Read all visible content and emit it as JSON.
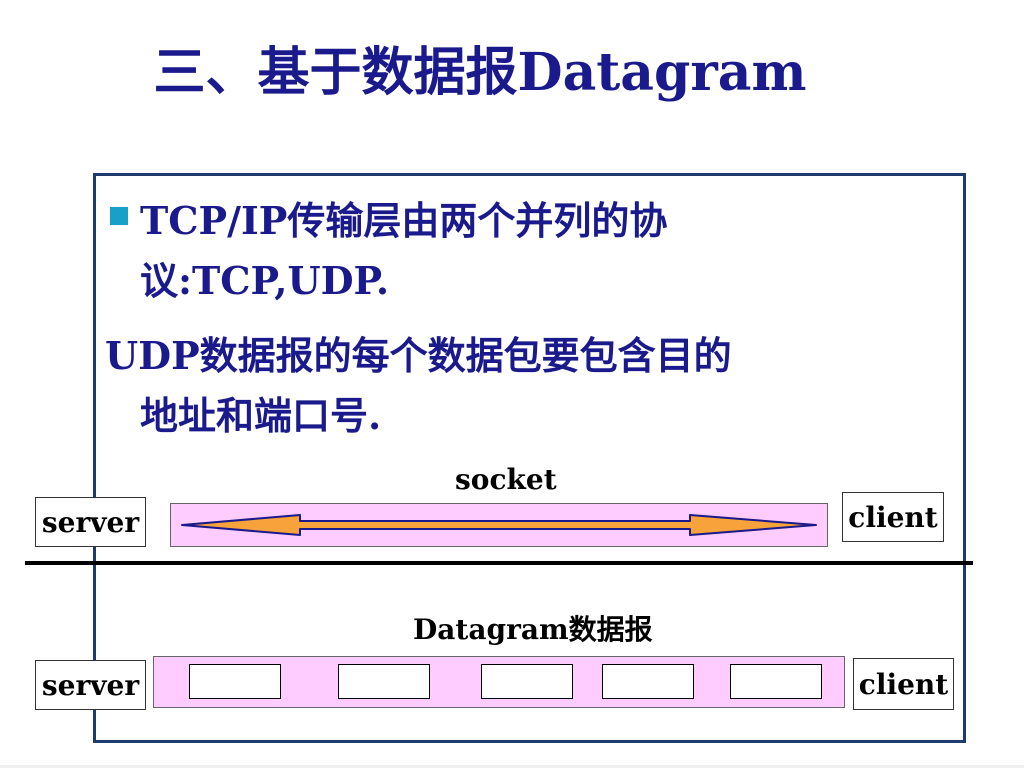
{
  "title": "三、基于数据报Datagram",
  "content": {
    "line1": "TCP/IP传输层由两个并列的协",
    "line2": "议:TCP,UDP.",
    "line3": "UDP数据报的每个数据包要包含目的",
    "line4": "地址和端口号."
  },
  "diagram": {
    "socket_label": "socket",
    "datagram_label": "Datagram数据报",
    "top": {
      "left_node": "server",
      "right_node": "client"
    },
    "bottom": {
      "left_node": "server",
      "right_node": "client",
      "packet_count": 5
    }
  },
  "colors": {
    "title": "#1a1a8c",
    "band": "#ffccff",
    "arrow_fill": "#f7a23a",
    "arrow_stroke": "#1a1a8c",
    "bullet": "#19a0c8"
  }
}
